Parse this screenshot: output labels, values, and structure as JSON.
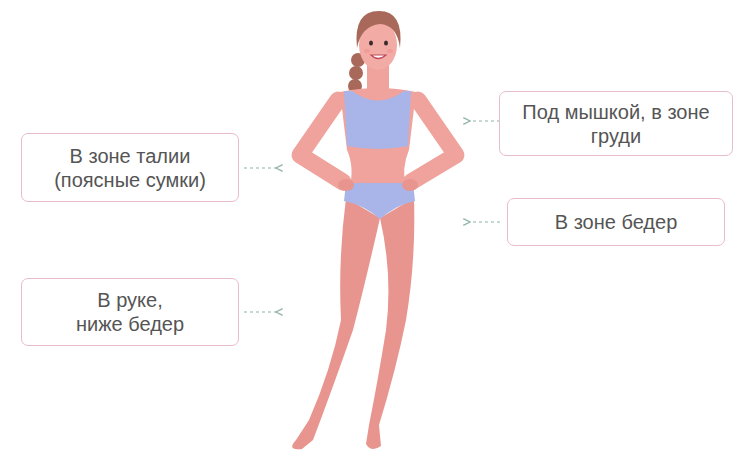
{
  "diagram": {
    "nodes": [
      {
        "text": [
          "Под мышкой, в зоне груди"
        ]
      },
      {
        "text": [
          "В зоне талии (поясные сумки)"
        ]
      },
      {
        "text": [
          "В зоне бедер"
        ]
      },
      {
        "text": [
          "В руке, ниже бедер"
        ]
      }
    ]
  }
}
